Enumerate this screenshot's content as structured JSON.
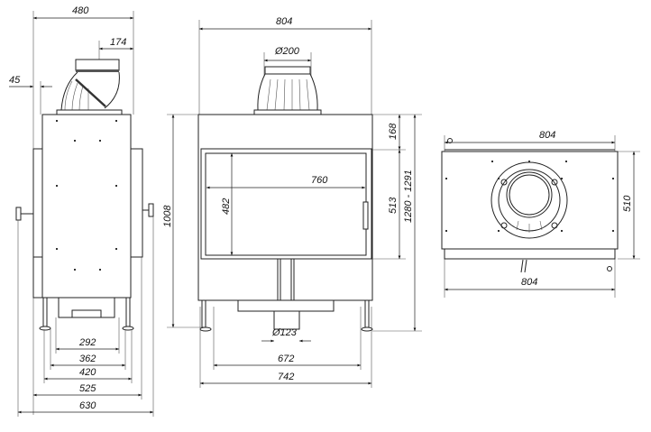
{
  "side_view": {
    "dims": {
      "width_total": "480",
      "flue_offset": "174",
      "side_offset": "45",
      "bottom": [
        "292",
        "362",
        "420",
        "525",
        "630"
      ]
    }
  },
  "front_view": {
    "dims": {
      "width_total": "804",
      "flue_diameter": "Ø200",
      "glass_width": "760",
      "glass_height": "482",
      "height_total": "1008",
      "top_to_door": "168",
      "door_height": "513",
      "height_range": "1280 - 1291",
      "air_inlet": "Ø123",
      "legs_inner": "672",
      "legs_outer": "742"
    }
  },
  "top_view": {
    "dims": {
      "width_top": "804",
      "depth": "510",
      "width_bottom": "804"
    }
  }
}
